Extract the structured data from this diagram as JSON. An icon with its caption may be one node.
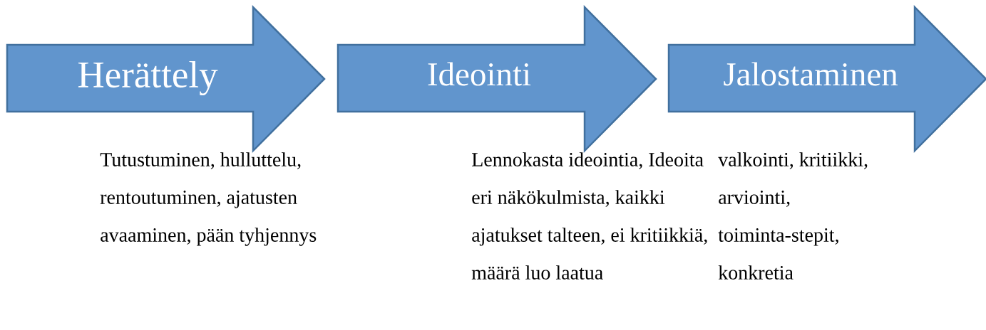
{
  "diagram": {
    "nodes": [
      {
        "text": [
          "Herättely"
        ],
        "beside": [
          "Tutustuminen, hulluttelu, rentoutuminen, ajatusten avaaminen, pään tyhjennys"
        ]
      },
      {
        "text": [
          "Ideointi"
        ],
        "beside": [
          "Lennokasta ideointia, Ideoita eri näkökulmista, kaikki ajatukset talteen, ei kritiikkiä, määrä luo laatua"
        ]
      },
      {
        "text": [
          "Jalostaminen"
        ],
        "beside": [
          "valkointi, kritiikki, arviointi, toiminta-stepit, konkretia"
        ]
      }
    ]
  }
}
